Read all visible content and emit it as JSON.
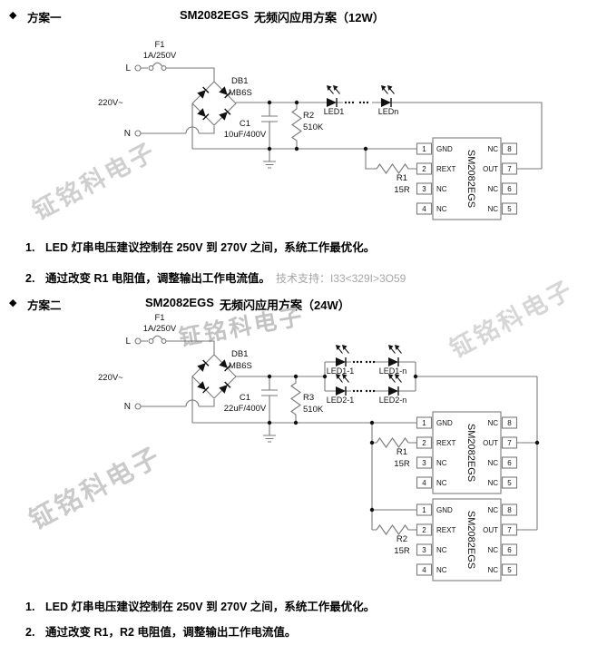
{
  "colors": {
    "wire": "#7a7a7a",
    "ink": "#111111",
    "muted_gray": "#a6a6a6",
    "watermark_gray": "#cfcfcf"
  },
  "watermark_text": "钲铭科电子",
  "support_note": "技术支持：I33<329I>3O59",
  "ic": {
    "name": "SM2082EGS",
    "left": [
      {
        "n": "1",
        "l": "GND"
      },
      {
        "n": "2",
        "l": "REXT"
      },
      {
        "n": "3",
        "l": "NC"
      },
      {
        "n": "4",
        "l": "NC"
      }
    ],
    "right": [
      {
        "n": "8",
        "l": "NC"
      },
      {
        "n": "7",
        "l": "OUT"
      },
      {
        "n": "6",
        "l": "NC"
      },
      {
        "n": "5",
        "l": "NC"
      }
    ]
  },
  "scheme1": {
    "bullet": "◆",
    "name": "方案一",
    "chip": "SM2082EGS",
    "title": "无频闪应用方案（12W）",
    "labels": {
      "fuse": "F1",
      "fuse_rating": "1A/250V",
      "live": "L",
      "mains": "220V~",
      "neutral": "N",
      "bridge": "DB1",
      "bridge_part": "MB6S",
      "cap": "C1",
      "cap_val": "10uF/400V",
      "shunt": "R2",
      "shunt_val": "510K",
      "led_first": "LED1",
      "led_last": "LEDn",
      "rset": "R1",
      "rset_val": "15R"
    },
    "notes": [
      {
        "num": "1.",
        "text": "LED 灯串电压建议控制在 250V 到 270V 之间，系统工作最优化。"
      },
      {
        "num": "2.",
        "text": "通过改变 R1 电阻值，调整输出工作电流值。"
      }
    ]
  },
  "scheme2": {
    "bullet": "◆",
    "name": "方案二",
    "chip": "SM2082EGS",
    "title": "无频闪应用方案（24W）",
    "labels": {
      "fuse": "F1",
      "fuse_rating": "1A/250V",
      "live": "L",
      "mains": "220V~",
      "neutral": "N",
      "bridge": "DB1",
      "bridge_part": "MB6S",
      "cap": "C1",
      "cap_val": "22uF/400V",
      "shunt": "R3",
      "shunt_val": "510K",
      "led_s1_first": "LED1-1",
      "led_s1_last": "LED1-n",
      "led_s2_first": "LED2-1",
      "led_s2_last": "LED2-n",
      "rset1": "R1",
      "rset1_val": "15R",
      "rset2": "R2",
      "rset2_val": "15R"
    },
    "notes": [
      {
        "num": "1.",
        "text": "LED 灯串电压建议控制在 250V 到 270V 之间，系统工作最优化。"
      },
      {
        "num": "2.",
        "text": "通过改变 R1，R2 电阻值，调整输出工作电流值。"
      }
    ]
  }
}
